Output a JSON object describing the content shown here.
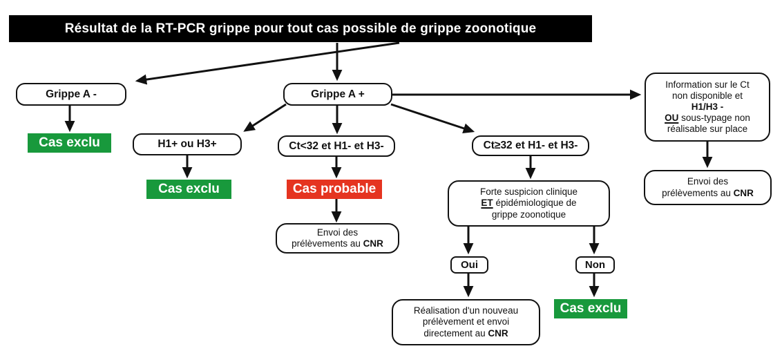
{
  "palette": {
    "header_bg": "#000000",
    "header_text": "#ffffff",
    "excluded_green": "#18993c",
    "probable_red": "#e53420",
    "line_black": "#111111"
  },
  "header": {
    "title": "Résultat de la RT-PCR grippe pour tout cas possible de grippe zoonotique"
  },
  "nodes": {
    "grippe_a_neg": {
      "label": "Grippe A -"
    },
    "cas_exclu_left": {
      "label": "Cas exclu"
    },
    "grippe_a_pos": {
      "label": "Grippe A +"
    },
    "h1_ou_h3": {
      "label": "H1+ ou H3+"
    },
    "cas_exclu_h1h3": {
      "label": "Cas exclu"
    },
    "ct_lt_32": {
      "label": "Ct<32 et H1- et H3-"
    },
    "cas_probable": {
      "label": "Cas probable"
    },
    "envoi_cnr_mid": {
      "line1": "Envoi des",
      "line2": "prélèvements au",
      "line2_bold": "CNR"
    },
    "ct_ge_32": {
      "label": "Ct≥32 et H1- et H3-"
    },
    "forte_suspicion": {
      "line1": "Forte suspicion clinique",
      "line2_bold": "ET",
      "line2": "épidémiologique de",
      "line3": "grippe zoonotique"
    },
    "oui": {
      "label": "Oui"
    },
    "non": {
      "label": "Non"
    },
    "realisation": {
      "line1": "Réalisation d'un nouveau",
      "line2": "prélèvement et envoi",
      "line3": "directement au",
      "line3_bold": "CNR"
    },
    "cas_exclu_non": {
      "label": "Cas exclu"
    },
    "info_ct": {
      "line1": "Information sur le Ct",
      "line2": "non disponible et",
      "line3_bold": "H1/H3 -",
      "line4_bold": "OU",
      "line4": "sous-typage non",
      "line5": "réalisable sur place"
    },
    "envoi_cnr_right": {
      "line1": "Envoi des",
      "line2": "prélèvements au",
      "line2_bold": "CNR"
    }
  }
}
